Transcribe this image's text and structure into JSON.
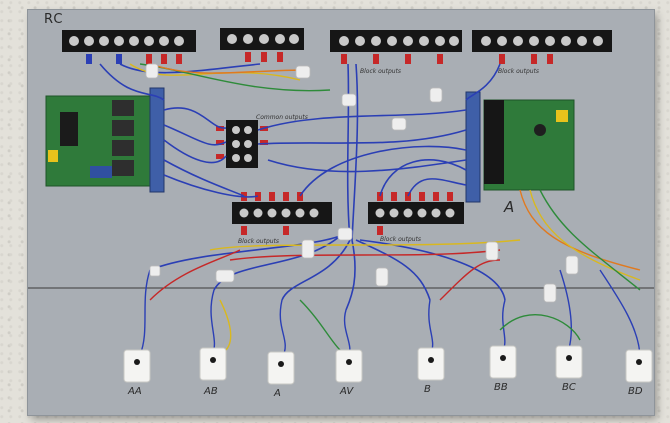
{
  "board": {
    "rc_label": "RC",
    "pcb_label": "A",
    "terminal_captions": {
      "block_outputs_top": "Block outputs",
      "block_outputs_top_right": "Block outputs",
      "common_outputs": "Common outputs",
      "block_outputs_left": "Block outputs",
      "block_outputs_right": "Block outputs"
    },
    "detector_labels": [
      "AA",
      "AB",
      "A",
      "AV",
      "B",
      "BB",
      "BC",
      "BD"
    ]
  },
  "colors": {
    "board": "#a9aeb4",
    "pcb_green": "#2f7a3a",
    "terminal_black": "#161616",
    "wire_blue": "#2b3fb5",
    "wire_red": "#c62828",
    "wire_yellow": "#d9b81f",
    "wire_green": "#2e8b3a",
    "wire_orange": "#e07a1f"
  }
}
